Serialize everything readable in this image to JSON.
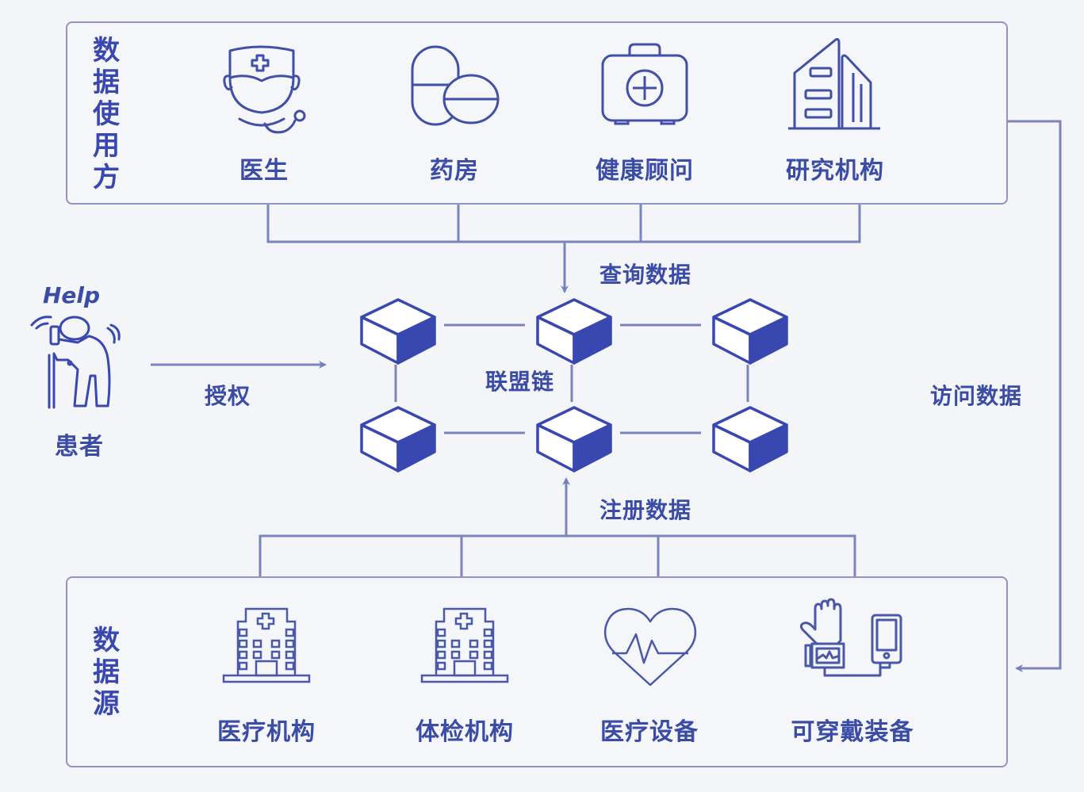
{
  "colors": {
    "accent": "#3848b0",
    "line": "#7b84bd",
    "panel_border": "#8e95c4",
    "background": "#f3f5f9"
  },
  "top_panel": {
    "title_chars": [
      "数",
      "据",
      "使",
      "用",
      "方"
    ],
    "items": [
      {
        "label": "医生",
        "icon": "doctor-icon"
      },
      {
        "label": "药房",
        "icon": "pills-icon"
      },
      {
        "label": "健康顾问",
        "icon": "medical-kit-icon"
      },
      {
        "label": "研究机构",
        "icon": "building-icon"
      }
    ]
  },
  "bottom_panel": {
    "title_chars": [
      "数",
      "据",
      "源"
    ],
    "items": [
      {
        "label": "医疗机构",
        "icon": "hospital-icon"
      },
      {
        "label": "体检机构",
        "icon": "hospital-icon"
      },
      {
        "label": "医疗设备",
        "icon": "heart-pulse-icon"
      },
      {
        "label": "可穿戴装备",
        "icon": "wearable-device-icon"
      }
    ]
  },
  "patient": {
    "help_text": "Help",
    "label": "患者",
    "icon": "elderly-patient-icon"
  },
  "edges": {
    "authorize": "授权",
    "query": "查询数据",
    "register": "注册数据",
    "access": "访问数据"
  },
  "chain": {
    "label": "联盟链",
    "node_count": 6,
    "icon": "block-cube-icon"
  }
}
